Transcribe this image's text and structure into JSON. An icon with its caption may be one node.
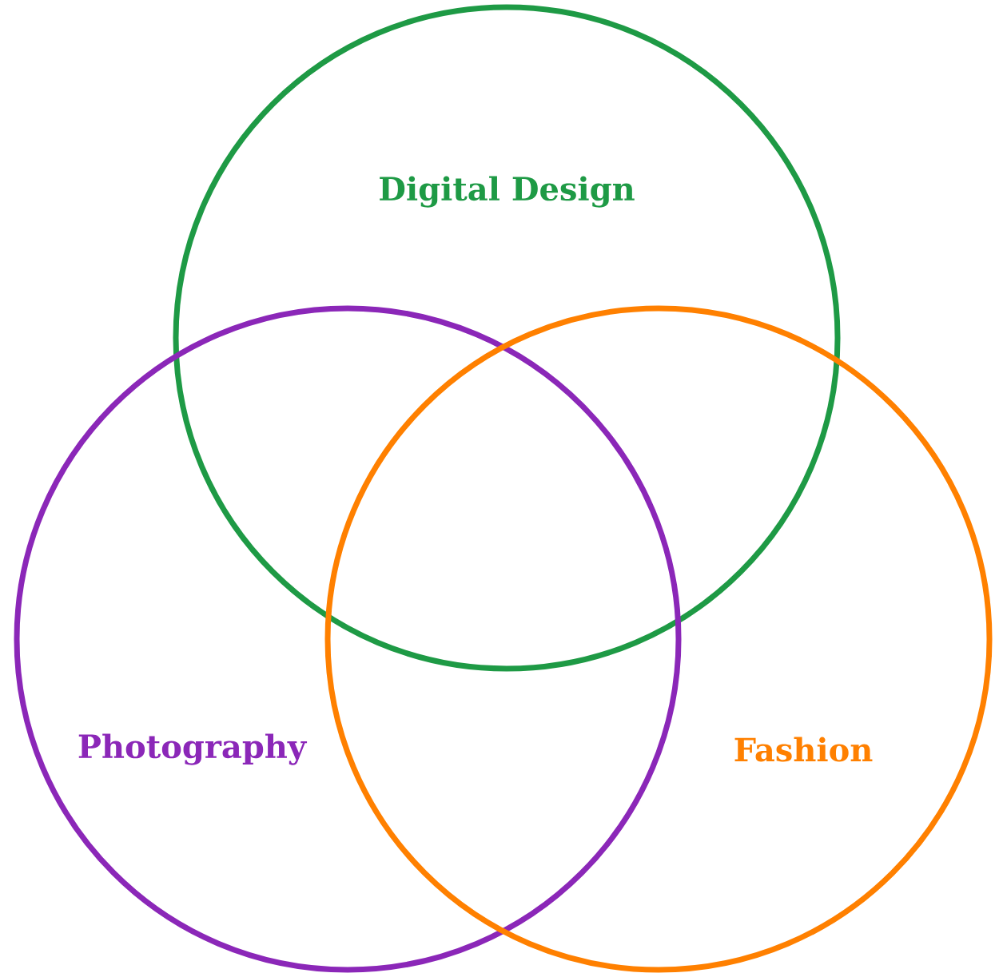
{
  "diagram": {
    "nodes": [
      {
        "text": [
          "Digital Design"
        ]
      },
      {
        "text": [
          "Photography"
        ]
      },
      {
        "text": [
          "Fashion"
        ]
      }
    ]
  }
}
